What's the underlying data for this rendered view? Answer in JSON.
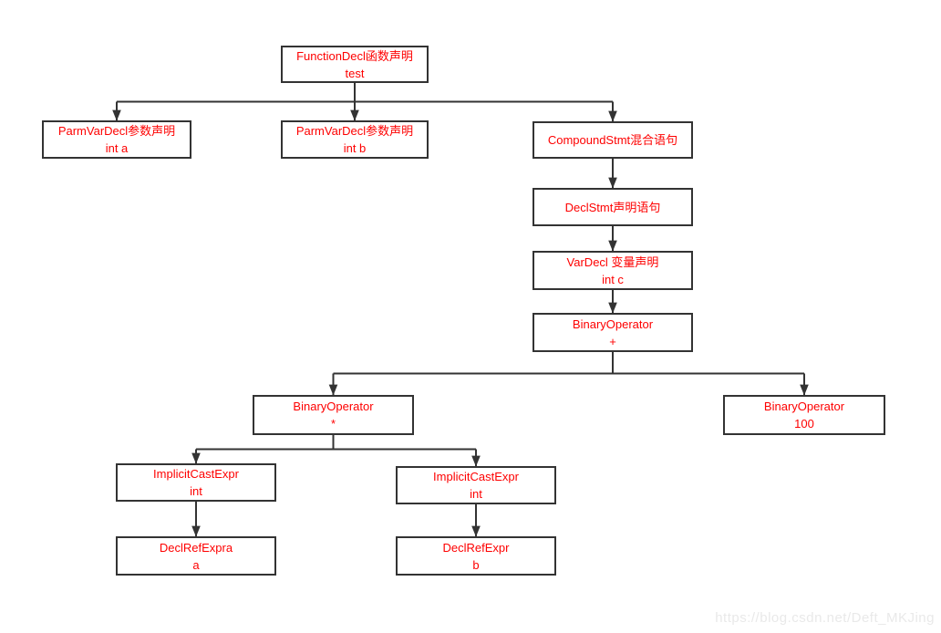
{
  "colors": {
    "node_text": "#fe0000",
    "node_border": "#333333",
    "connector": "#333333",
    "watermark": "#e9e9e9"
  },
  "watermark": {
    "text": "https://blog.csdn.net/Deft_MKJing"
  },
  "diagram": {
    "type": "tree",
    "nodes": [
      {
        "id": "functiondecl",
        "line1": "FunctionDecl函数声明",
        "line2": "test"
      },
      {
        "id": "parmvardecl-a",
        "line1": "ParmVarDecl参数声明",
        "line2": "int a"
      },
      {
        "id": "parmvardecl-b",
        "line1": "ParmVarDecl参数声明",
        "line2": "int b"
      },
      {
        "id": "compoundstmt",
        "line1": "CompoundStmt混合语句",
        "line2": ""
      },
      {
        "id": "declstmt",
        "line1": "DeclStmt声明语句",
        "line2": ""
      },
      {
        "id": "vardecl",
        "line1": "VarDecl 变量声明",
        "line2": "int c"
      },
      {
        "id": "binop-plus",
        "line1": "BinaryOperator",
        "line2": "+"
      },
      {
        "id": "binop-mul",
        "line1": "BinaryOperator",
        "line2": "*"
      },
      {
        "id": "binop-100",
        "line1": "BinaryOperator",
        "line2": "100"
      },
      {
        "id": "implicitcast-a",
        "line1": "ImplicitCastExpr",
        "line2": "int"
      },
      {
        "id": "implicitcast-b",
        "line1": "ImplicitCastExpr",
        "line2": "int"
      },
      {
        "id": "declref-a",
        "line1": "DeclRefExpra",
        "line2": "a"
      },
      {
        "id": "declref-b",
        "line1": "DeclRefExpr",
        "line2": "b"
      }
    ],
    "edges": [
      {
        "from": "functiondecl",
        "to": "parmvardecl-a"
      },
      {
        "from": "functiondecl",
        "to": "parmvardecl-b"
      },
      {
        "from": "functiondecl",
        "to": "compoundstmt"
      },
      {
        "from": "compoundstmt",
        "to": "declstmt"
      },
      {
        "from": "declstmt",
        "to": "vardecl"
      },
      {
        "from": "vardecl",
        "to": "binop-plus"
      },
      {
        "from": "binop-plus",
        "to": "binop-mul"
      },
      {
        "from": "binop-plus",
        "to": "binop-100"
      },
      {
        "from": "binop-mul",
        "to": "implicitcast-a"
      },
      {
        "from": "binop-mul",
        "to": "implicitcast-b"
      },
      {
        "from": "implicitcast-a",
        "to": "declref-a"
      },
      {
        "from": "implicitcast-b",
        "to": "declref-b"
      }
    ]
  }
}
